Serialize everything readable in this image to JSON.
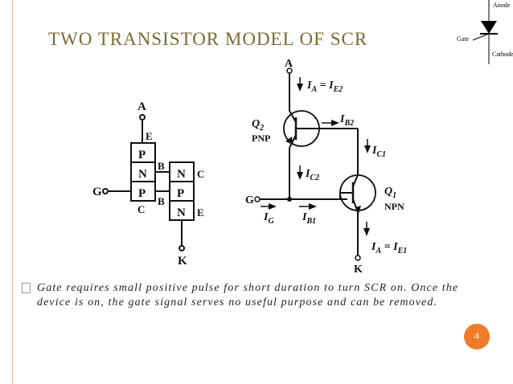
{
  "slide": {
    "title": "TWO TRANSISTOR MODEL OF SCR",
    "page_number": "4",
    "bullet": "Gate requires small positive pulse for short duration to turn SCR on. Once the device is on, the gate signal serves no useful purpose and can be removed.",
    "bullet_icon": "square-bullet-icon"
  },
  "scr_symbol": {
    "anode": "Anode",
    "gate": "Gate",
    "cathode": "Cathode"
  },
  "layer_model": {
    "anode": "A",
    "cathode": "K",
    "gate": "G",
    "left_stack": [
      "P",
      "N",
      "P"
    ],
    "right_stack": [
      "N",
      "P",
      "N"
    ],
    "left_labels": {
      "top": "E",
      "mid": "B",
      "bottom": "C"
    },
    "right_labels": {
      "top": "C",
      "mid": "B",
      "bottom": "E"
    }
  },
  "transistor_model": {
    "anode": "A",
    "cathode": "K",
    "gate": "G",
    "q2": {
      "name": "Q",
      "sub": "2",
      "type": "PNP"
    },
    "q1": {
      "name": "Q",
      "sub": "1",
      "type": "NPN"
    },
    "currents": {
      "ia_top": {
        "main": "I",
        "sub1": "A",
        "eq": " = ",
        "main2": "I",
        "sub2": "E2"
      },
      "ib2": {
        "main": "I",
        "sub": "B2"
      },
      "ic1": {
        "main": "I",
        "sub": "C1"
      },
      "ic2": {
        "main": "I",
        "sub": "C2"
      },
      "ig": {
        "main": "I",
        "sub": "G"
      },
      "ib1": {
        "main": "I",
        "sub": "B1"
      },
      "ia_bottom": {
        "main": "I",
        "sub1": "A",
        "eq": " = ",
        "main2": "I",
        "sub2": "E1"
      }
    }
  }
}
